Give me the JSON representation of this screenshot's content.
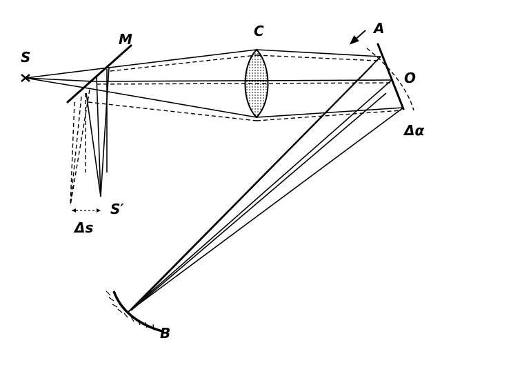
{
  "labels": {
    "source": "S",
    "half_mirror": "M",
    "lens": "C",
    "rotating_mirror_edge": "A",
    "rotating_mirror_center": "O",
    "rotation_angle": "Δα",
    "concave_mirror": "B",
    "image": "S′",
    "image_shift": "Δs"
  }
}
